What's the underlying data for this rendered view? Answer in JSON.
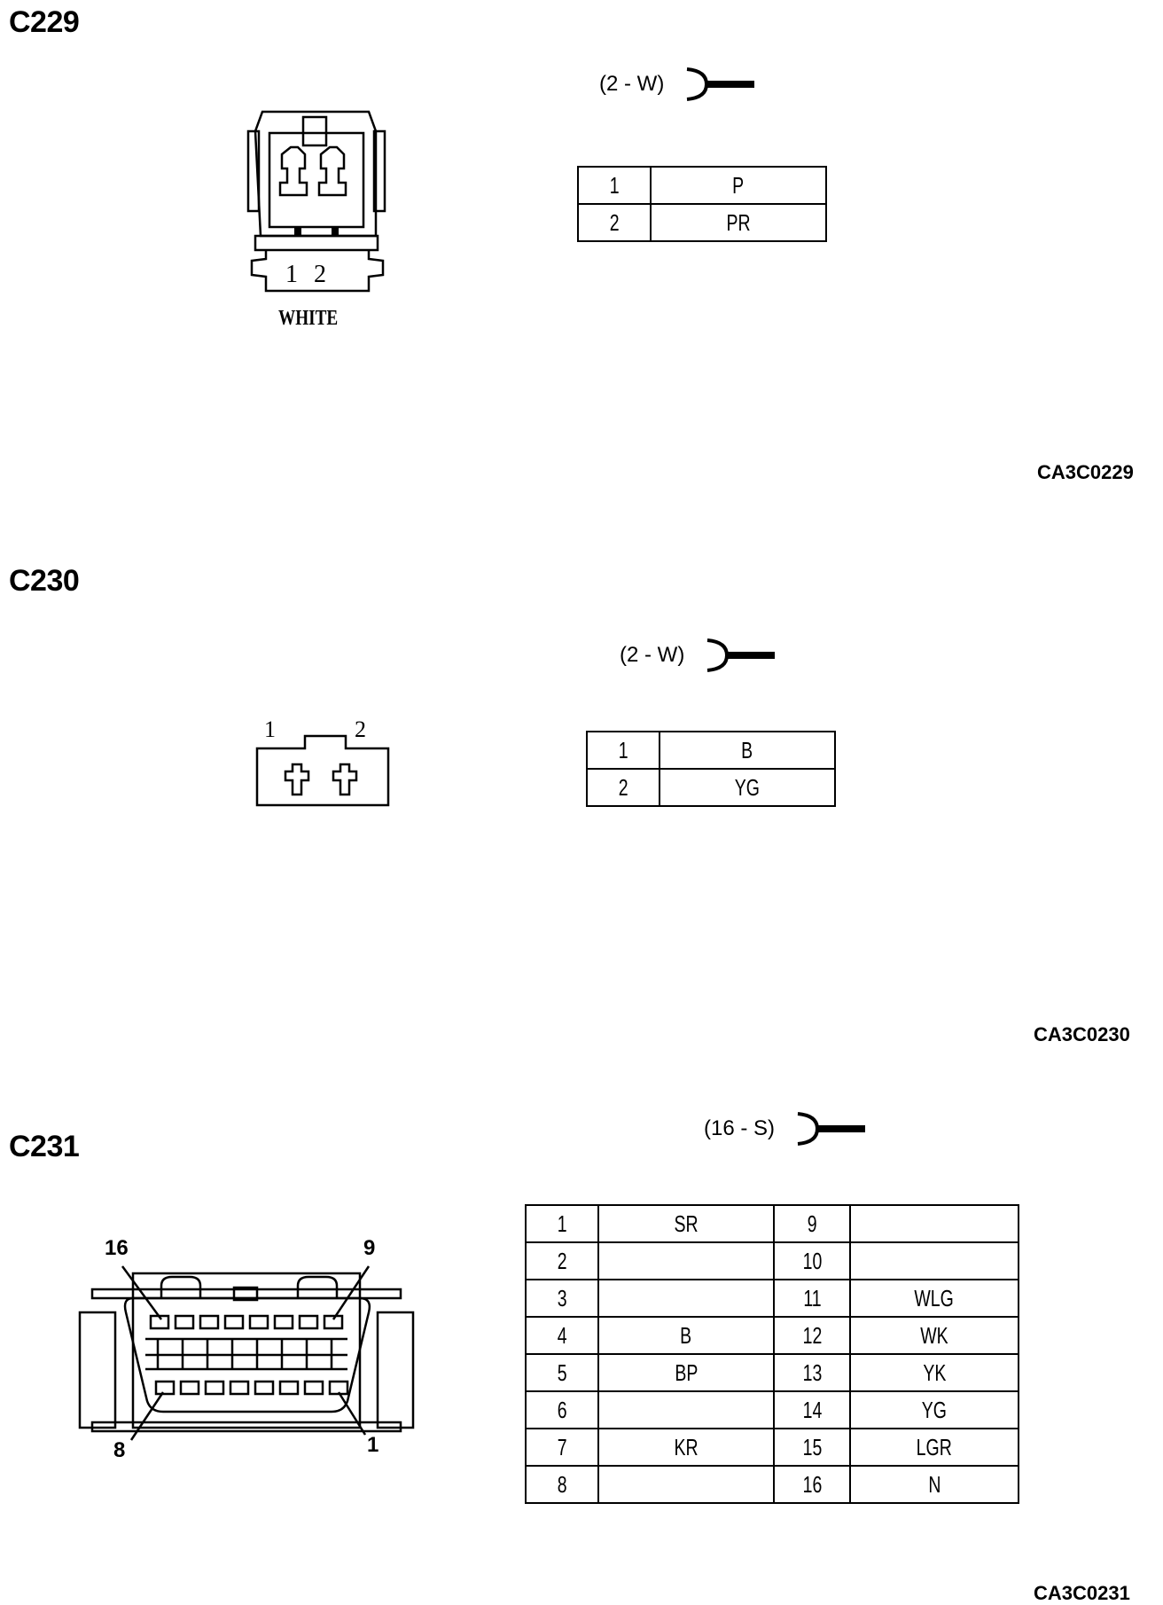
{
  "connectors": [
    {
      "id": "C229",
      "spec": "(2  -  W)",
      "color_label": "WHITE",
      "face_pins": [
        "1",
        "2"
      ],
      "pins": [
        {
          "pin": "1",
          "wire": "P"
        },
        {
          "pin": "2",
          "wire": "PR"
        }
      ],
      "code": "CA3C0229"
    },
    {
      "id": "C230",
      "spec": "(2  -  W)",
      "face_pins": [
        "1",
        "2"
      ],
      "pins": [
        {
          "pin": "1",
          "wire": "B"
        },
        {
          "pin": "2",
          "wire": "YG"
        }
      ],
      "code": "CA3C0230"
    },
    {
      "id": "C231",
      "spec": "(16  -  S)",
      "callouts": [
        "16",
        "9",
        "8",
        "1"
      ],
      "pins": [
        {
          "pin": "1",
          "wire": "SR",
          "pin_b": "9",
          "wire_b": ""
        },
        {
          "pin": "2",
          "wire": "",
          "pin_b": "10",
          "wire_b": ""
        },
        {
          "pin": "3",
          "wire": "",
          "pin_b": "11",
          "wire_b": "WLG"
        },
        {
          "pin": "4",
          "wire": "B",
          "pin_b": "12",
          "wire_b": "WK"
        },
        {
          "pin": "5",
          "wire": "BP",
          "pin_b": "13",
          "wire_b": "YK"
        },
        {
          "pin": "6",
          "wire": "",
          "pin_b": "14",
          "wire_b": "YG"
        },
        {
          "pin": "7",
          "wire": "KR",
          "pin_b": "15",
          "wire_b": "LGR"
        },
        {
          "pin": "8",
          "wire": "",
          "pin_b": "16",
          "wire_b": "N"
        }
      ],
      "code": "CA3C0231"
    }
  ]
}
